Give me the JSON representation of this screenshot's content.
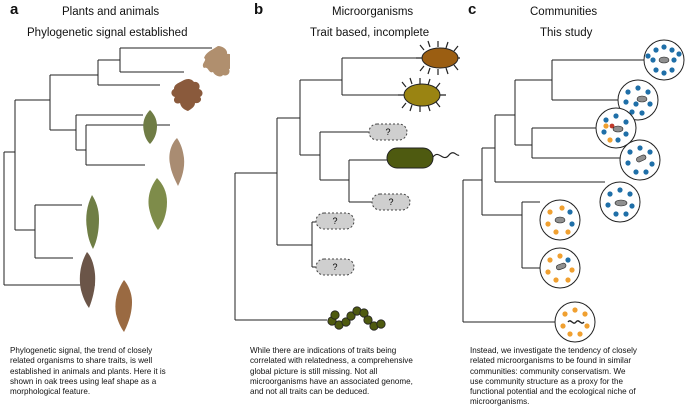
{
  "panels": {
    "a": {
      "letter": "a",
      "title": "Plants and animals",
      "subtitle": "Phylogenetic signal established",
      "caption": "Phylogenetic signal, the trend of closely\nrelated organisms to share traits, is well\nestablished in animals and plants. Here it is\nshown in oak trees using leaf shape as a\nmorphological feature."
    },
    "b": {
      "letter": "b",
      "title": "Microorganisms",
      "subtitle": "Trait based, incomplete",
      "caption": "While there are indications of traits being\ncorrelated with relatedness, a comprehensive\nglobal picture is still missing. Not all\nmicroorganisms have an associated genome,\nand not all traits can be deduced.",
      "unknown_label": "?"
    },
    "c": {
      "letter": "c",
      "title": "Communities",
      "subtitle": "This study",
      "caption": "Instead, we investigate the tendency of closely\nrelated microorganisms to be found in similar\ncommunities: community conservatism. We\nuse community structure as a proxy for the\nfunctional potential and the ecological niche of\nmicroorganisms."
    }
  },
  "colors": {
    "tree_line": "#222222",
    "leaf_brown": "#a1785a",
    "leaf_green": "#7d8c4e",
    "microbe_brown": "#9b5e12",
    "microbe_olive": "#8a7b12",
    "microbe_green": "#4e5a10",
    "unknown_fill": "#cfcfcf",
    "dot_blue": "#1f6fa8",
    "dot_orange": "#f0a030",
    "cell_grey": "#8f8f8f"
  }
}
